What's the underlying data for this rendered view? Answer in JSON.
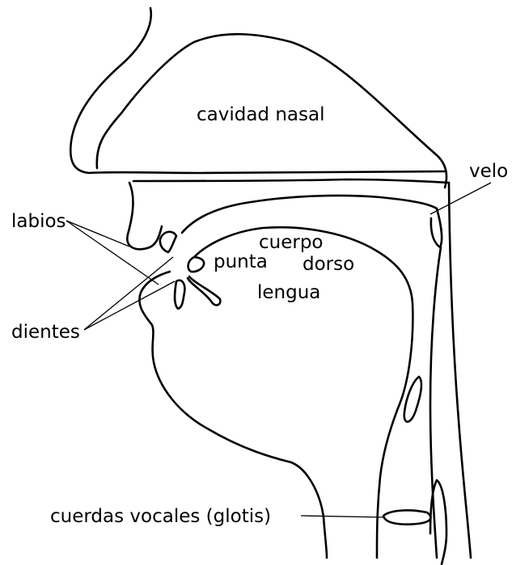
{
  "labels": {
    "nasal_cavity": "cavidad nasal",
    "velum": "velo",
    "lips": "labios",
    "teeth": "dientes",
    "tongue_body": "cuerpo",
    "tongue_tip": "punta",
    "tongue_dorsum": "dorso",
    "tongue": "lengua",
    "vocal_cords": "cuerdas vocales (glotis)"
  }
}
